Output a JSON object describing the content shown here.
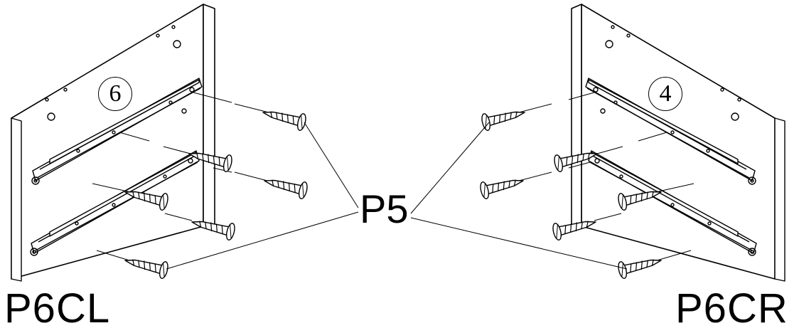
{
  "labels": {
    "left_part": "P6CL",
    "right_part": "P6CR",
    "screw": "P5",
    "left_panel_number": "6",
    "right_panel_number": "4"
  },
  "colors": {
    "ink": "#000000",
    "paper": "#ffffff"
  }
}
